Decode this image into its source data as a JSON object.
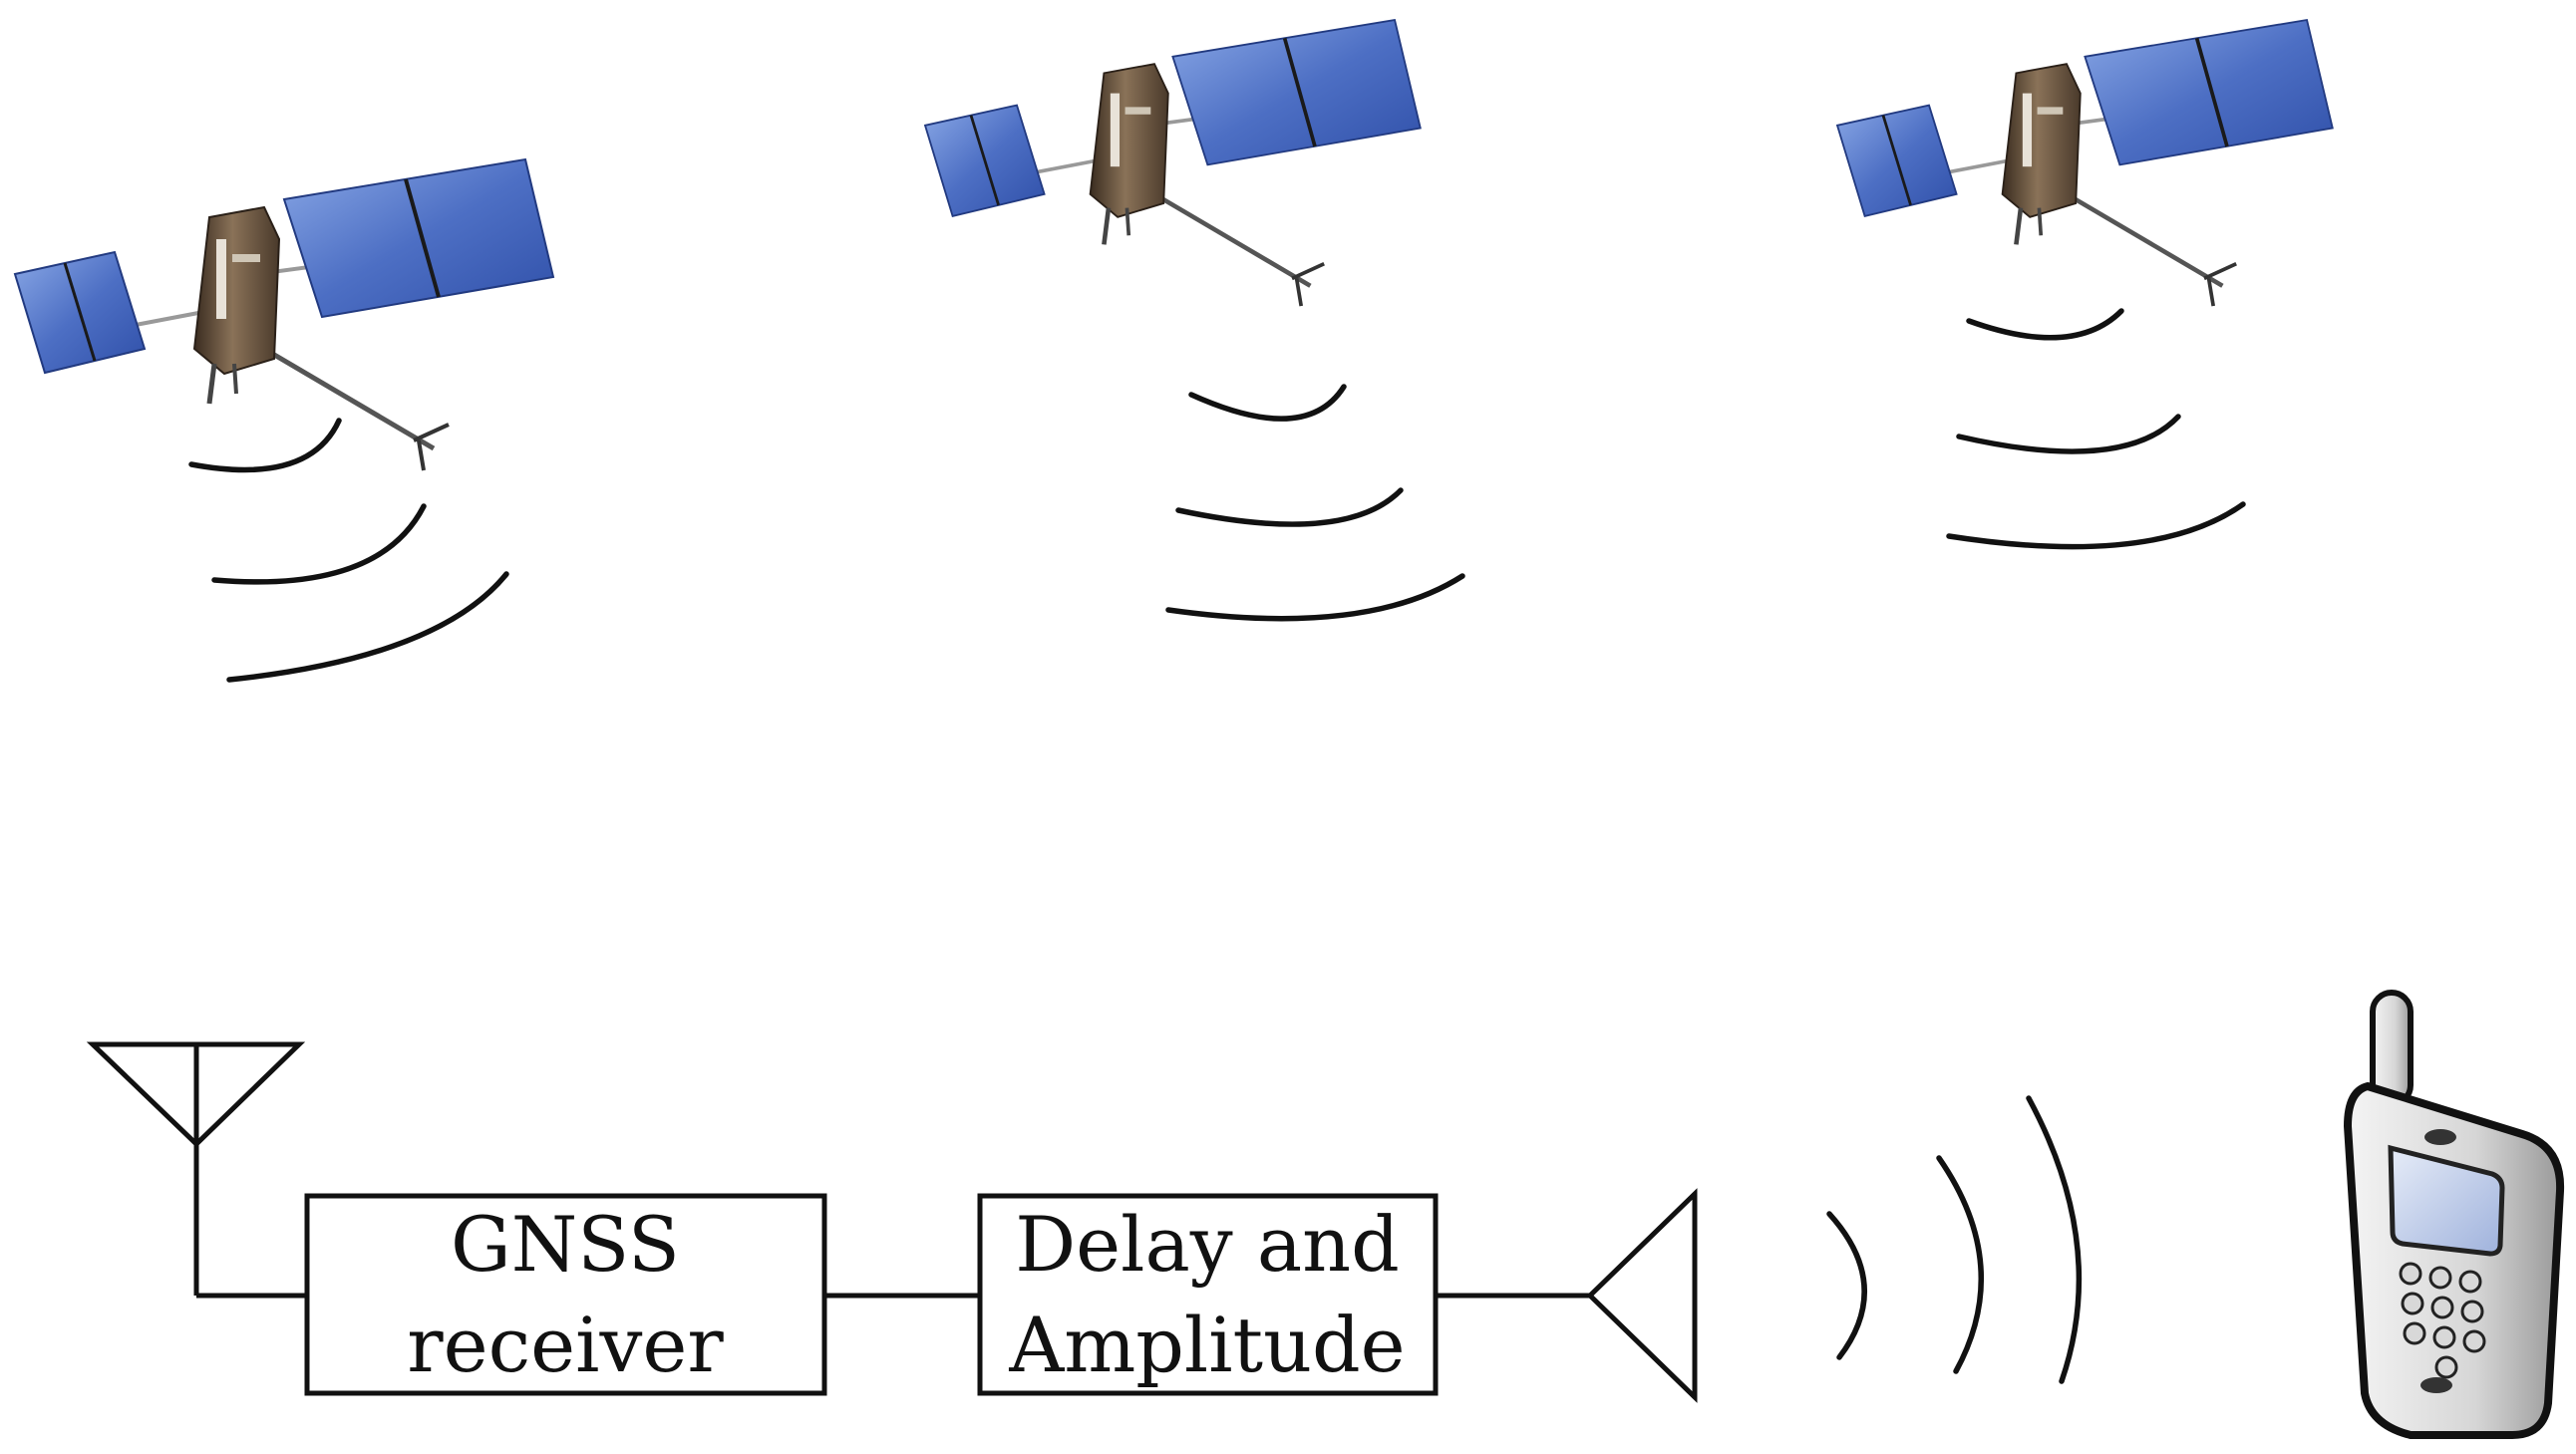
{
  "blocks": {
    "receiver": {
      "line1": "GNSS",
      "line2": "receiver"
    },
    "delay": {
      "line1": "Delay and",
      "line2": "Amplitude"
    }
  },
  "icons": {
    "satellite": "satellite-icon",
    "antenna": "antenna-icon",
    "phone": "mobile-phone-icon",
    "signal": "signal-wave-icon"
  },
  "colors": {
    "panel_dark": "#2f4fa8",
    "panel_light": "#8aa8e6",
    "body": "#6e5a44",
    "line": "#111111",
    "phone_screen": "#b9c8e8"
  }
}
